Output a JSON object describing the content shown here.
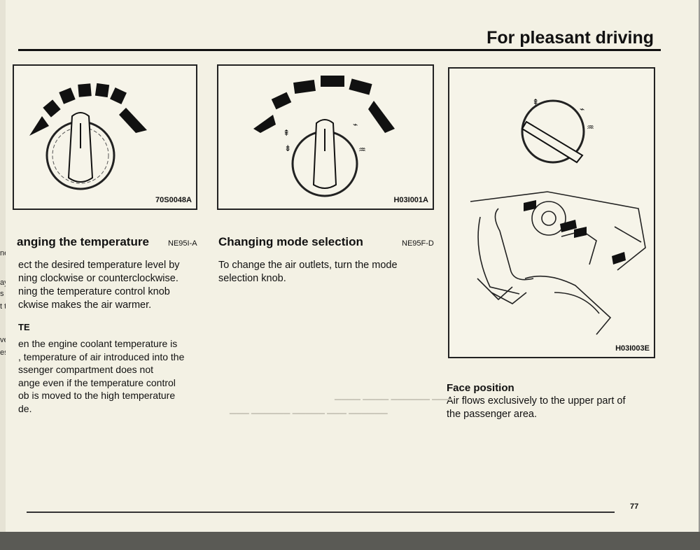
{
  "header": {
    "title": "For pleasant driving"
  },
  "figures": [
    {
      "code": "70S0048A"
    },
    {
      "code": "H03I001A"
    },
    {
      "code": "H03I003E"
    }
  ],
  "sections": {
    "temperature": {
      "title": "anging the temperature",
      "code": "NE95I-A",
      "lines": [
        "ect the desired temperature level by",
        "ning clockwise or counterclockwise.",
        "ning the temperature control knob",
        "ckwise makes the air warmer."
      ],
      "note_title": "TE",
      "note_lines": [
        "en the engine coolant temperature is",
        ", temperature of air introduced into the",
        "ssenger compartment does not",
        "ange even if the temperature control",
        "ob is moved to the high temperature",
        "de."
      ]
    },
    "mode": {
      "title": "Changing mode selection",
      "code": "NE95F-D",
      "lines": [
        "To change the air outlets, turn the mode",
        "selection knob."
      ]
    },
    "face": {
      "title": "Face position",
      "lines": [
        "Air flows exclusively to the upper part of",
        "the passenger area."
      ]
    }
  },
  "prev_page_fragments": [
    "ne blow",
    "ay be",
    "s in th",
    "t the b",
    "ver sel",
    "esired s"
  ],
  "page_number": "77",
  "colors": {
    "paper": "#f3f1e4",
    "ink": "#111111"
  }
}
